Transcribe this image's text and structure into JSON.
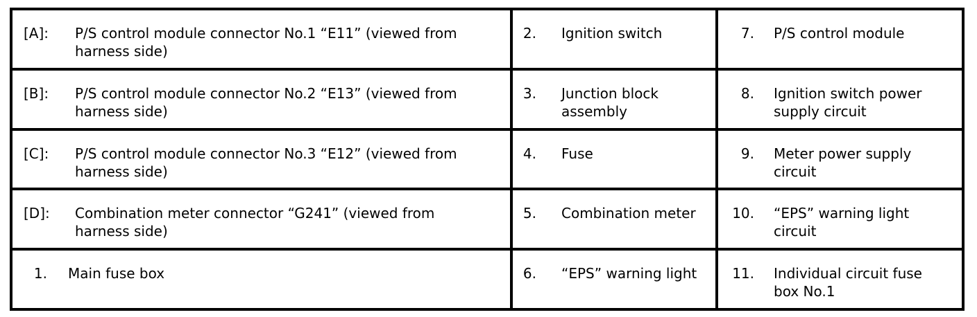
{
  "rows": [
    {
      "c1": {
        "key": "[A]:",
        "text": "P/S control module connector No.1 “E11” (viewed from harness side)"
      },
      "c2": {
        "key": "2.",
        "text": "Ignition switch"
      },
      "c3": {
        "key": "7.",
        "text": "P/S control module"
      }
    },
    {
      "c1": {
        "key": "[B]:",
        "text": "P/S control module connector No.2 “E13” (viewed from harness side)"
      },
      "c2": {
        "key": "3.",
        "text": "Junction block assembly"
      },
      "c3": {
        "key": "8.",
        "text": "Ignition switch power supply circuit"
      }
    },
    {
      "c1": {
        "key": "[C]:",
        "text": "P/S control module connector No.3 “E12” (viewed from harness side)"
      },
      "c2": {
        "key": "4.",
        "text": "Fuse"
      },
      "c3": {
        "key": "9.",
        "text": "Meter power supply circuit"
      }
    },
    {
      "c1": {
        "key": "[D]:",
        "text": "Combination meter connector “G241” (viewed from harness side)"
      },
      "c2": {
        "key": "5.",
        "text": "Combination meter"
      },
      "c3": {
        "key": "10.",
        "text": "“EPS” warning light circuit"
      }
    },
    {
      "c1": {
        "key": "1.",
        "text": "Main fuse box"
      },
      "c2": {
        "key": "6.",
        "text": "“EPS” warning light"
      },
      "c3": {
        "key": "11.",
        "text": "Individual circuit fuse box No.1"
      }
    }
  ]
}
